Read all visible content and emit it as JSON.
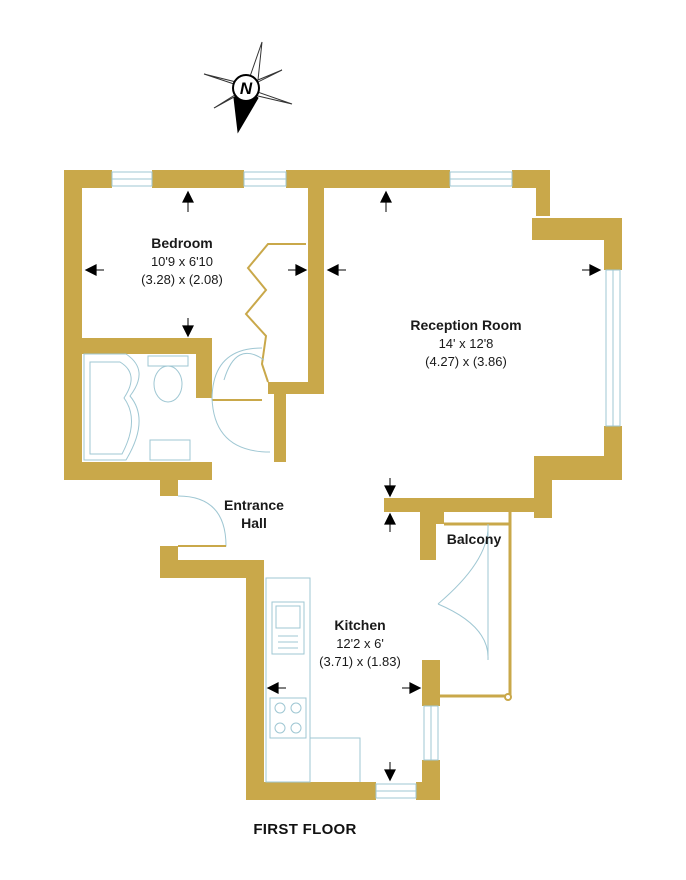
{
  "colors": {
    "wall": "#c9a84a",
    "fixture_line": "#9fc7d3",
    "text": "#1a1a1a"
  },
  "compass": {
    "label": "N"
  },
  "rooms": {
    "bedroom": {
      "name": "Bedroom",
      "dim_ft": "10'9 x 6'10",
      "dim_m": "(3.28) x (2.08)"
    },
    "reception": {
      "name": "Reception Room",
      "dim_ft": "14' x 12'8",
      "dim_m": "(4.27) x (3.86)"
    },
    "hall": {
      "name_line1": "Entrance",
      "name_line2": "Hall"
    },
    "balcony": {
      "name": "Balcony"
    },
    "kitchen": {
      "name": "Kitchen",
      "dim_ft": "12'2 x 6'",
      "dim_m": "(3.71) x (1.83)"
    }
  },
  "floor_label": "FIRST FLOOR"
}
